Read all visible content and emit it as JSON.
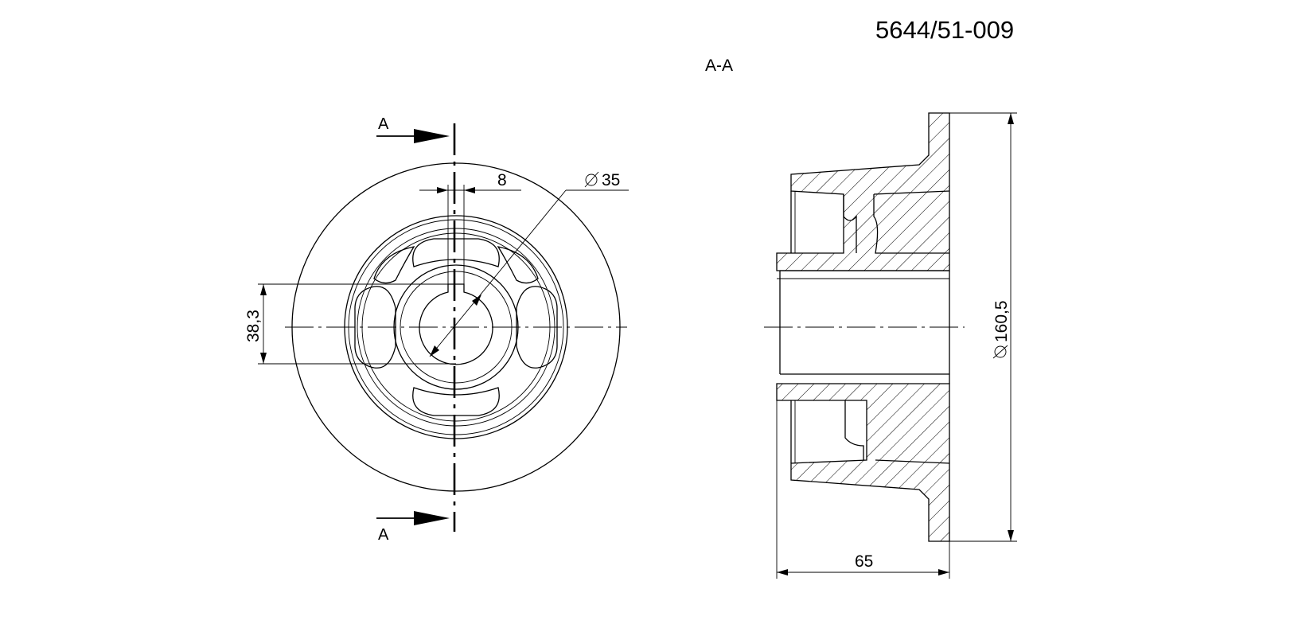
{
  "title_block": {
    "part_number": "5644/51-009"
  },
  "section_view": {
    "title": "A-A"
  },
  "front_view": {
    "cut_label_top": "A",
    "cut_label_bottom": "A",
    "dim_keyway_width": "8",
    "dim_bore_diameter": "35",
    "dim_key_height": "38,3"
  },
  "side_view": {
    "dim_outer_diameter": "160,5",
    "dim_length": "65"
  },
  "symbols": {
    "diameter": "diameter-symbol"
  }
}
